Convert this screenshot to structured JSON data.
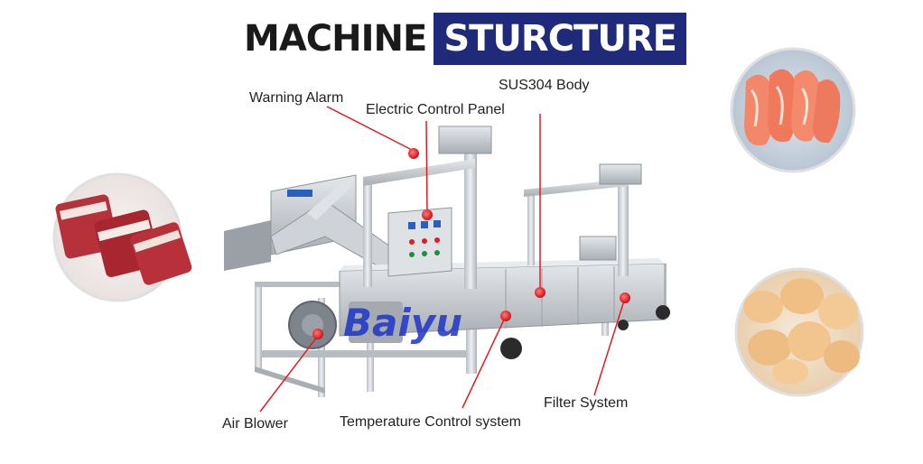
{
  "title": {
    "word1": "MACHINE",
    "word2": "STURCTURE"
  },
  "labels": {
    "warning_alarm": "Warning Alarm",
    "electric_control_panel": "Electric Control Panel",
    "sus304_body": "SUS304 Body",
    "air_blower": "Air Blower",
    "temperature_control": "Temperature Control system",
    "filter_system": "Filter System"
  },
  "watermark": "Baiyu",
  "colors": {
    "accent": "#e31c23",
    "title_bg": "#1f2a7a",
    "steel": "#c9cdd2",
    "brand": "#1d35c9"
  }
}
